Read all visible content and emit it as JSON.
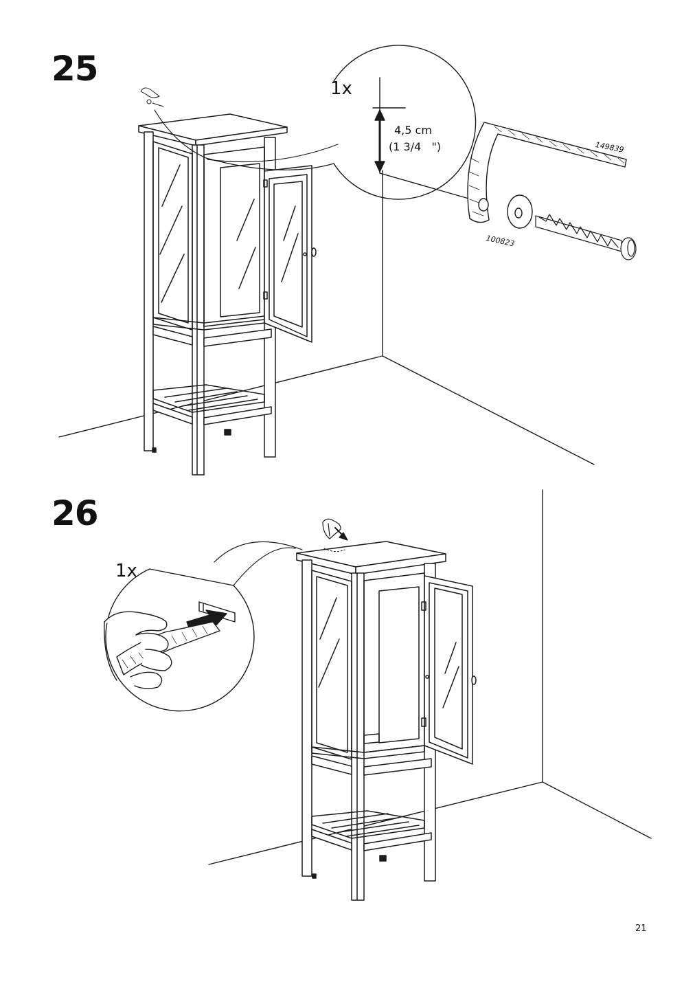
{
  "step_25": {
    "number": "25",
    "quantity": "1x",
    "measurement_cm": "4,5 cm",
    "measurement_in": "(1 3/4   \")",
    "part_strap": "149839",
    "part_washer": "100823"
  },
  "step_26": {
    "number": "26",
    "quantity": "1x"
  },
  "page_number": "21"
}
